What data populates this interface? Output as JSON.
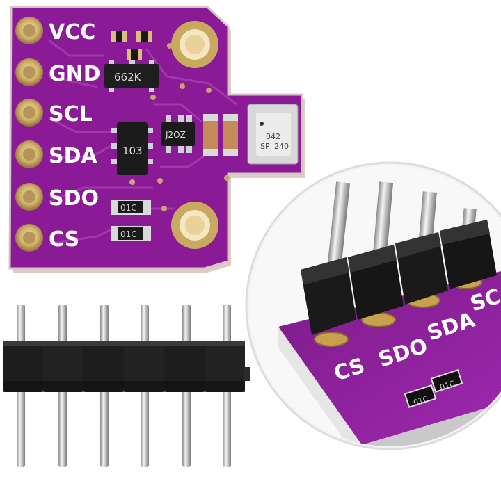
{
  "board": {
    "pins": [
      "VCC",
      "GND",
      "SCL",
      "SDA",
      "SDO",
      "CS"
    ],
    "chip_main": "662K",
    "chip_regulator": "103",
    "chip_small": "J2OZ",
    "sensor": [
      "042",
      "SP",
      "240"
    ],
    "resistor_marking": "01C",
    "colors": {
      "pcb": "#8a1a96",
      "pcb_dark": "#6b0f7a",
      "pad_gold": "#c9a860",
      "silkscreen": "#ffffff"
    }
  },
  "zoom": {
    "labels": [
      "SC",
      "SDA",
      "SDO",
      "CS"
    ],
    "resistor_marking": "01C"
  },
  "header": {
    "pin_count": 6
  }
}
